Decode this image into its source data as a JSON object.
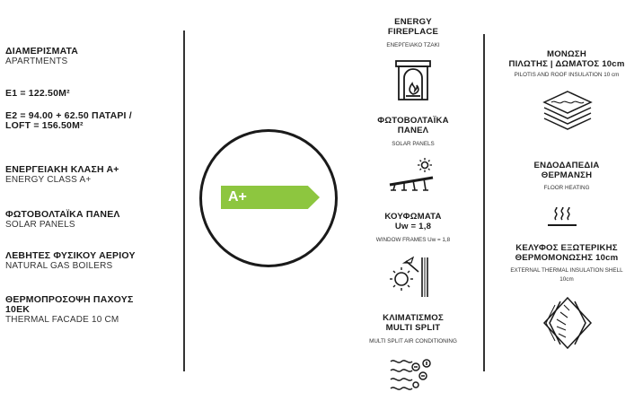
{
  "left": {
    "apartments": {
      "title": "ΔΙΑΜΕΡΙΣΜΑΤΑ",
      "subtitle": "APARTMENTS"
    },
    "e1": "E1 =  122.50M²",
    "e2_line1": "E2 = 94.00 + 62.50 ΠΑΤΑΡΙ /",
    "e2_line2": "LOFT = 156.50M²",
    "energy_class": {
      "title": "ΕΝΕΡΓΕΙΑΚΗ ΚΛΑΣΗ Α+",
      "subtitle": "ENERGY CLASS A+"
    },
    "solar": {
      "title": "ΦΩΤΟΒΟΛΤΑΪΚΑ ΠΑΝΕΛ",
      "subtitle": "SOLAR PANELS"
    },
    "boilers": {
      "title": "ΛΕΒΗΤΕΣ ΦΥΣΙΚΟΥ ΑΕΡΙΟΥ",
      "subtitle": "NATURAL GAS BOILERS"
    },
    "facade": {
      "title_line1": "ΘΕΡΜΟΠΡΟΣΟΨΗ ΠΑΧΟΥΣ",
      "title_line2": "10ΕΚ",
      "subtitle": "THERMAL FACADE 10 CM"
    }
  },
  "badge": {
    "label": "A+",
    "color": "#8dc63f"
  },
  "center": {
    "fireplace": {
      "title_line1": "ENERGY",
      "title_line2": "FIREPLACE",
      "subtitle": "ΕΝΕΡΓΕΙΑΚΟ ΤΖΑΚΙ",
      "icon": "fireplace-icon"
    },
    "solar": {
      "title_line1": "ΦΩΤΟΒΟΛΤΑΪΚΑ",
      "title_line2": "ΠΑΝΕΛ",
      "subtitle": "SOLAR PANELS",
      "icon": "solar-panel-icon"
    },
    "windows": {
      "title_line1": "ΚΟΥΦΩΜΑΤΑ",
      "title_line2": "Uw = 1,8",
      "subtitle": "WINDOW FRAMES Uw = 1,8",
      "icon": "window-frame-icon"
    },
    "ac": {
      "title_line1": "ΚΛΙΜΑΤΙΣΜΟΣ",
      "title_line2": "MULTI SPLIT",
      "subtitle": "MULTI SPLIT AIR CONDITIONING",
      "icon": "air-conditioning-icon"
    }
  },
  "right": {
    "insulation": {
      "title_line1": "ΜΟΝΩΣΗ",
      "title_line2": "ΠΙΛΩΤΗΣ | ΔΩΜΑΤΟΣ 10cm",
      "subtitle": "PILOTIS AND ROOF INSULATION 10 cm",
      "icon": "insulation-layers-icon"
    },
    "heating": {
      "title_line1": "ΕΝΔΟΔΑΠΕΔΙΑ",
      "title_line2": "ΘΕΡΜΑΝΣΗ",
      "subtitle": "FLOOR HEATING",
      "icon": "floor-heating-icon"
    },
    "shell": {
      "title_line1": "ΚΕΛΥΦΟΣ ΕΞΩΤΕΡΙΚΗΣ",
      "title_line2": "ΘΕΡΜΟΜΟΝΩΣΗΣ 10cm",
      "subtitle_line1": "EXTERNAL THERMAL INSULATION SHELL",
      "subtitle_line2": "10cm",
      "icon": "insulation-shell-icon"
    }
  }
}
